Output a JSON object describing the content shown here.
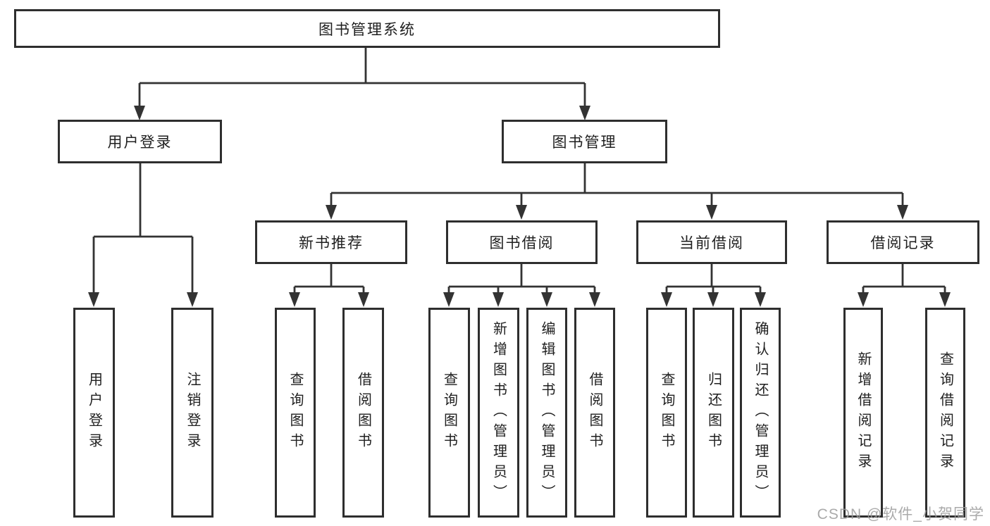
{
  "style": {
    "line_color": "#333333",
    "box_border_color": "#2e2e2e",
    "box_fill": "#ffffff",
    "text_color": "#1f1f1f",
    "watermark_color": "#9b9b9b"
  },
  "tree": {
    "label": "图书管理系统",
    "children": [
      {
        "label": "用户登录",
        "children": [
          {
            "label": "用户登录"
          },
          {
            "label": "注销登录"
          }
        ]
      },
      {
        "label": "图书管理",
        "children": [
          {
            "label": "新书推荐",
            "children": [
              {
                "label": "查询图书"
              },
              {
                "label": "借阅图书"
              }
            ]
          },
          {
            "label": "图书借阅",
            "children": [
              {
                "label": "查询图书"
              },
              {
                "label": "新增图书（管理员）"
              },
              {
                "label": "编辑图书（管理员）"
              },
              {
                "label": "借阅图书"
              }
            ]
          },
          {
            "label": "当前借阅",
            "children": [
              {
                "label": "查询图书"
              },
              {
                "label": "归还图书"
              },
              {
                "label": "确认归还（管理员）"
              }
            ]
          },
          {
            "label": "借阅记录",
            "children": [
              {
                "label": "新增借阅记录"
              },
              {
                "label": "查询借阅记录"
              }
            ]
          }
        ]
      }
    ]
  },
  "watermark": {
    "text": "CSDN @软件_小贺同学"
  }
}
